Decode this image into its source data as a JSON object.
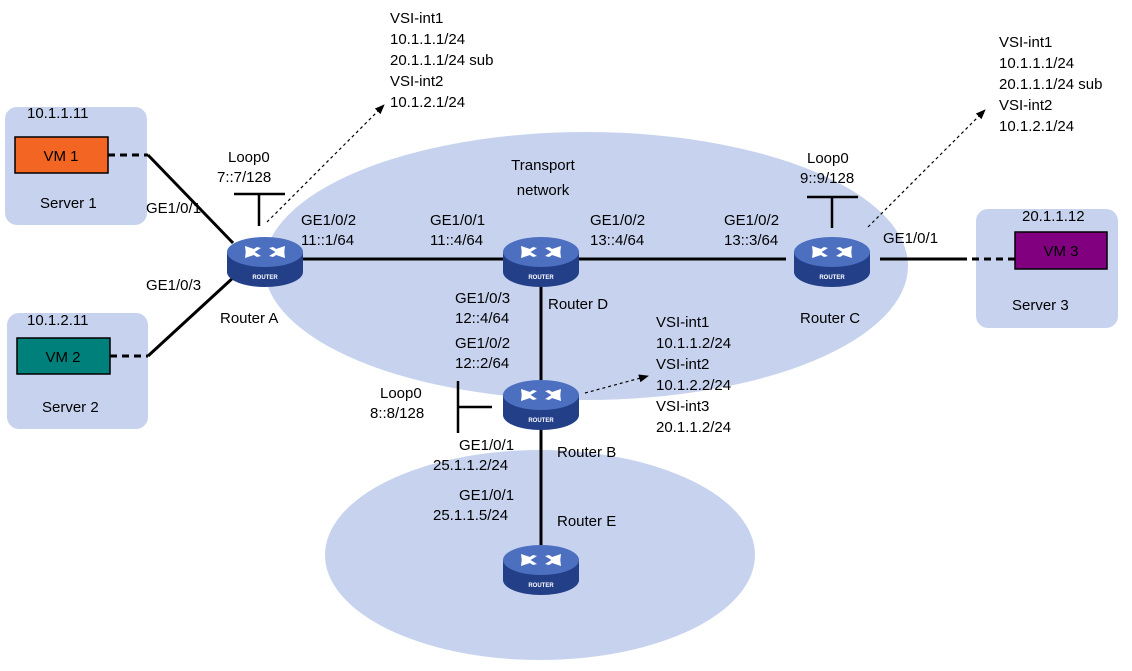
{
  "colors": {
    "cloud": "#c7d3ee",
    "server_box": "#c7d3ee",
    "router_top": "#4c6fc0",
    "router_side": "#223f88",
    "vm1": "#f26522",
    "vm2": "#00807a",
    "vm3": "#800080"
  },
  "clouds": {
    "transport_line1": "Transport",
    "transport_line2": "network"
  },
  "routers": {
    "sub_label": "ROUTER",
    "a": {
      "name": "Router A"
    },
    "b": {
      "name": "Router B"
    },
    "c": {
      "name": "Router C"
    },
    "d": {
      "name": "Router D"
    },
    "e": {
      "name": "Router E"
    }
  },
  "servers": {
    "s1": {
      "name": "Server 1",
      "ip": "10.1.1.11",
      "vm": "VM 1"
    },
    "s2": {
      "name": "Server 2",
      "ip": "10.1.2.11",
      "vm": "VM 2"
    },
    "s3": {
      "name": "Server 3",
      "ip": "20.1.1.12",
      "vm": "VM 3"
    }
  },
  "labels": {
    "a_ge101": "GE1/0/1",
    "a_ge103": "GE1/0/3",
    "a_ge102": "GE1/0/2",
    "a_ge102_ip": "11::1/64",
    "a_loop": "Loop0",
    "a_loop_ip": "7::7/128",
    "d_ge101": "GE1/0/1",
    "d_ge101_ip": "11::4/64",
    "d_ge102": "GE1/0/2",
    "d_ge102_ip": "13::4/64",
    "d_ge103": "GE1/0/3",
    "d_ge103_ip": "12::4/64",
    "c_ge102": "GE1/0/2",
    "c_ge102_ip": "13::3/64",
    "c_ge101": "GE1/0/1",
    "c_loop": "Loop0",
    "c_loop_ip": "9::9/128",
    "b_ge102": "GE1/0/2",
    "b_ge102_ip": "12::2/64",
    "b_loop": "Loop0",
    "b_loop_ip": "8::8/128",
    "b_ge101": "GE1/0/1",
    "b_ge101_ip": "25.1.1.2/24",
    "e_ge101": "GE1/0/1",
    "e_ge101_ip": "25.1.1.5/24"
  },
  "vsi_a": [
    "VSI-int1",
    "10.1.1.1/24",
    "20.1.1.1/24 sub",
    "VSI-int2",
    "10.1.2.1/24"
  ],
  "vsi_c": [
    "VSI-int1",
    "10.1.1.1/24",
    "20.1.1.1/24 sub",
    "VSI-int2",
    "10.1.2.1/24"
  ],
  "vsi_b": [
    "VSI-int1",
    "10.1.1.2/24",
    "VSI-int2",
    "10.1.2.2/24",
    "VSI-int3",
    "20.1.1.2/24"
  ]
}
